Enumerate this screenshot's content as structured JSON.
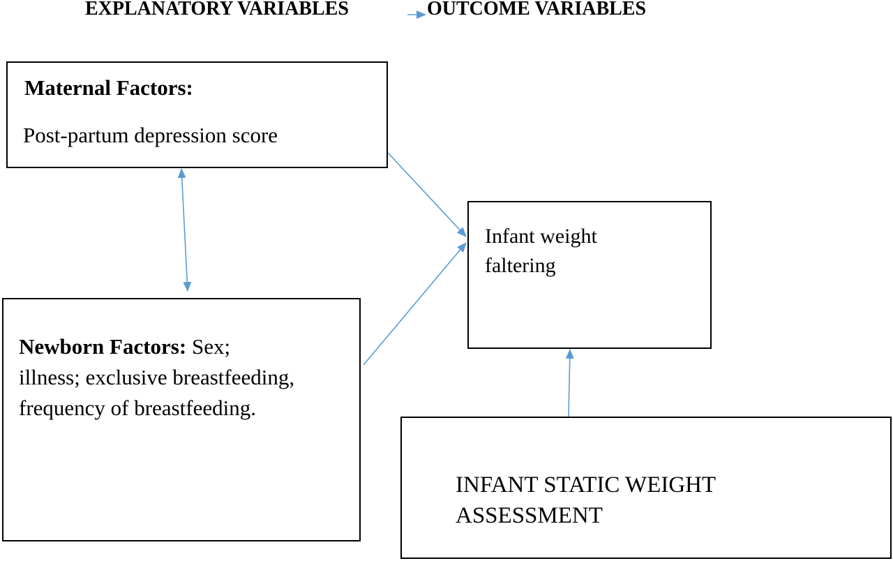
{
  "header": {
    "left": "EXPLANATORY VARIABLES",
    "right": "OUTCOME VARIABLES"
  },
  "maternal": {
    "title": "Maternal Factors:",
    "body": "Post-partum depression score"
  },
  "newborn": {
    "title": "Newborn Factors:",
    "line1_rest": " Sex;",
    "line2": "illness; exclusive breastfeeding,",
    "line3": "frequency of breastfeeding."
  },
  "outcome": {
    "line1": "Infant weight",
    "line2": "faltering"
  },
  "static_assessment": {
    "line1": "INFANT STATIC WEIGHT",
    "line2": "ASSESSMENT"
  },
  "colors": {
    "arrow": "#5b9bd5",
    "box_border": "#000000",
    "text": "#000000"
  }
}
